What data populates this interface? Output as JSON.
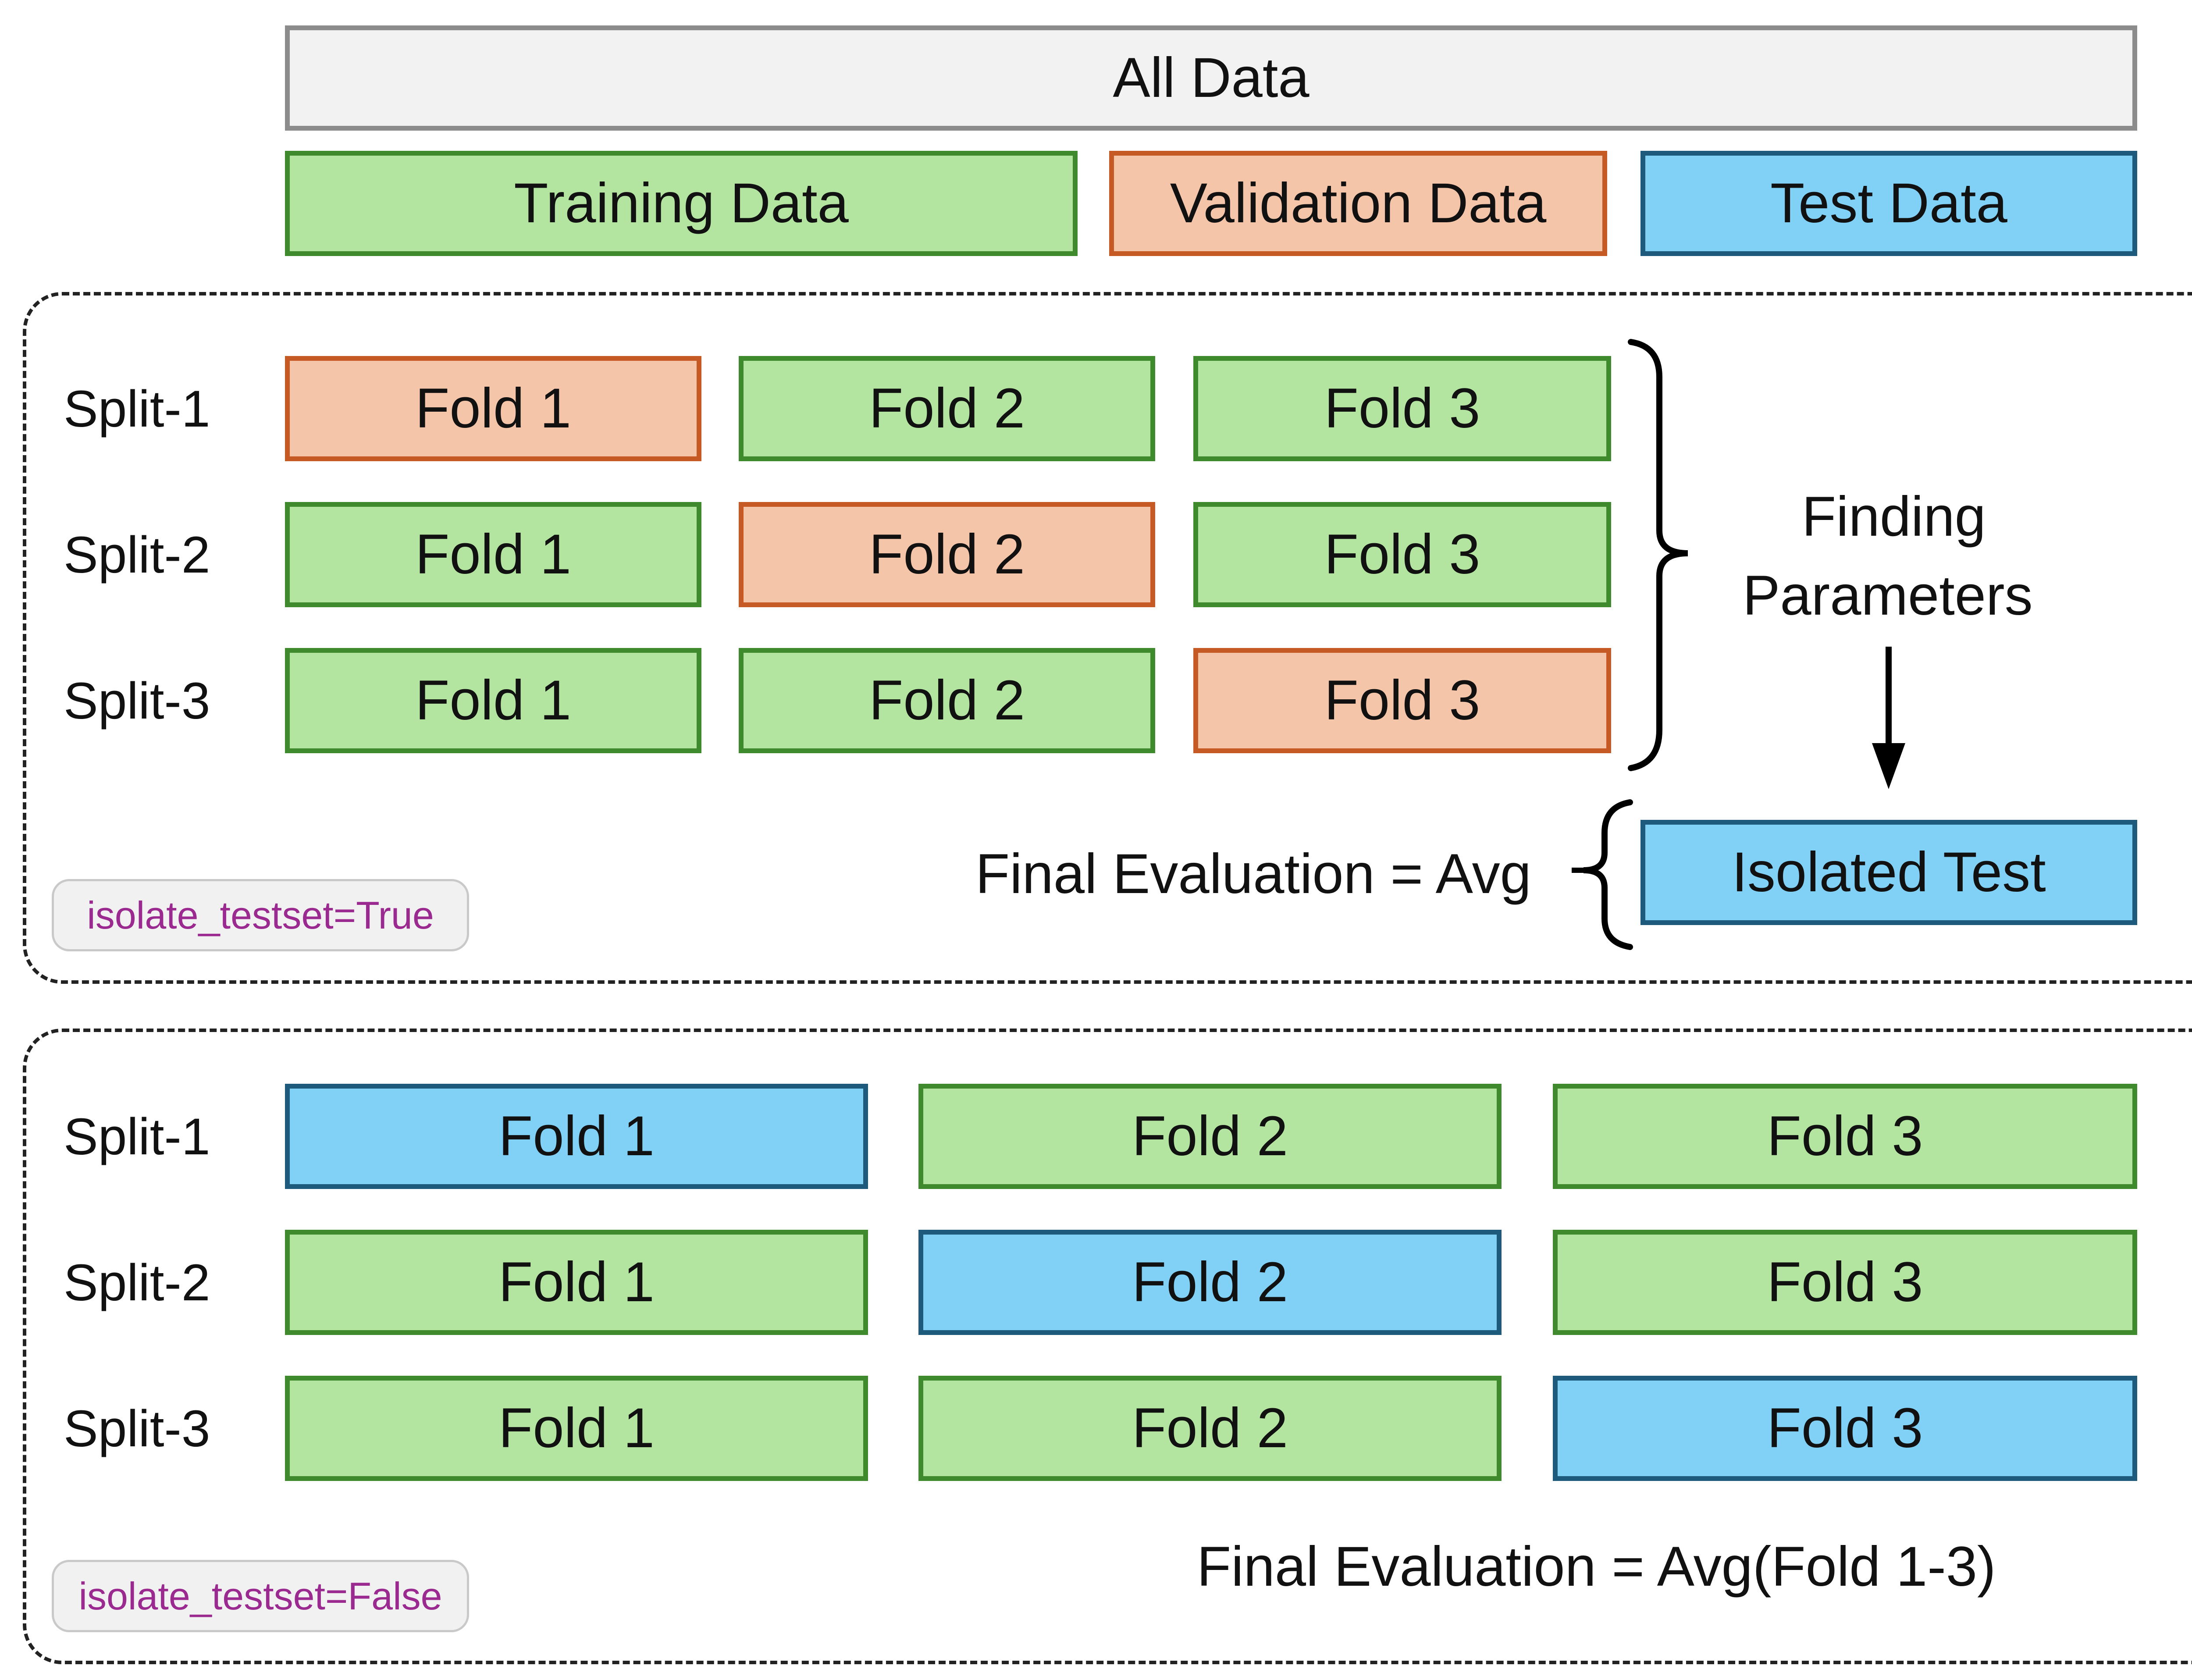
{
  "header": {
    "all_data": "All Data",
    "training_data": "Training Data",
    "validation_data": "Validation Data",
    "test_data": "Test Data"
  },
  "panel_isolated": {
    "rows": [
      {
        "split": "Split-1",
        "folds": [
          {
            "label": "Fold 1",
            "role": "validation"
          },
          {
            "label": "Fold 2",
            "role": "training"
          },
          {
            "label": "Fold 3",
            "role": "training"
          }
        ]
      },
      {
        "split": "Split-2",
        "folds": [
          {
            "label": "Fold 1",
            "role": "training"
          },
          {
            "label": "Fold 2",
            "role": "validation"
          },
          {
            "label": "Fold 3",
            "role": "training"
          }
        ]
      },
      {
        "split": "Split-3",
        "folds": [
          {
            "label": "Fold 1",
            "role": "training"
          },
          {
            "label": "Fold 2",
            "role": "training"
          },
          {
            "label": "Fold 3",
            "role": "validation"
          }
        ]
      }
    ],
    "finding_line1": "Finding",
    "finding_line2": "Parameters",
    "final_eval": "Final Evaluation = Avg",
    "isolated_test": "Isolated Test",
    "tag": "isolate_testset=True"
  },
  "panel_not_isolated": {
    "rows": [
      {
        "split": "Split-1",
        "folds": [
          {
            "label": "Fold 1",
            "role": "test"
          },
          {
            "label": "Fold 2",
            "role": "training"
          },
          {
            "label": "Fold 3",
            "role": "training"
          }
        ]
      },
      {
        "split": "Split-2",
        "folds": [
          {
            "label": "Fold 1",
            "role": "training"
          },
          {
            "label": "Fold 2",
            "role": "test"
          },
          {
            "label": "Fold 3",
            "role": "training"
          }
        ]
      },
      {
        "split": "Split-3",
        "folds": [
          {
            "label": "Fold 1",
            "role": "training"
          },
          {
            "label": "Fold 2",
            "role": "training"
          },
          {
            "label": "Fold 3",
            "role": "test"
          }
        ]
      }
    ],
    "final_eval": "Final Evaluation = Avg(Fold 1-3)",
    "tag": "isolate_testset=False"
  },
  "colors": {
    "training_fill": "#b3e4a0",
    "training_border": "#3f8a2d",
    "validation_fill": "#f5c5a9",
    "validation_border": "#c55a24",
    "test_fill": "#80d1f5",
    "test_border": "#1d5a7c",
    "all_fill": "#f2f2f2",
    "all_border": "#8c8c8c",
    "tag_text": "#9a2a8f"
  }
}
